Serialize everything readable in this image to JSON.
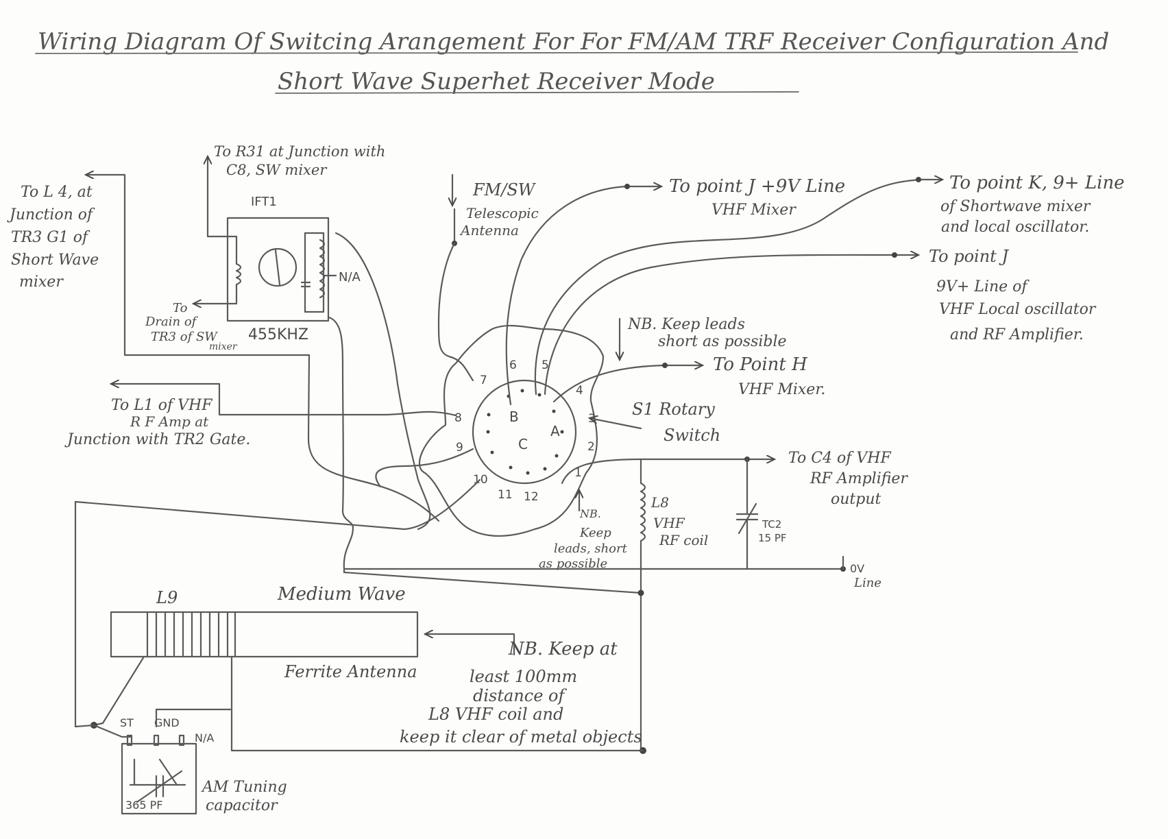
{
  "title": {
    "line1": "Wiring Diagram Of Switcing Arangement For For FM/AM TRF Receiver Configuration And",
    "line2": "Short Wave Superhet Receiver Mode"
  },
  "ift": {
    "name": "IFT1",
    "freq": "455KHZ",
    "na": "N/A",
    "r31_1": "To R31 at Junction with",
    "r31_2": "C8, SW mixer",
    "drain_1": "To",
    "drain_2": "Drain of",
    "drain_3": "TR3 of SW",
    "drain_4": "mixer"
  },
  "l4": {
    "line1": "To L 4, at",
    "line2": "Junction of",
    "line3": "TR3 G1 of",
    "line4": "Short Wave",
    "line5": "mixer"
  },
  "antenna": {
    "line1": "FM/SW",
    "line2": "Telescopic",
    "line3": "Antenna"
  },
  "point_j_vhf": {
    "line1": "To point J +9V Line",
    "line2": "VHF Mixer"
  },
  "point_k": {
    "line1": "To point K, 9+ Line",
    "line2": "of Shortwave mixer",
    "line3": "and local oscillator."
  },
  "point_j_lo": {
    "line1": "To point J",
    "line2": "9V+ Line of",
    "line3": "VHF Local oscillator",
    "line4": "and RF Amplifier."
  },
  "nb_top": {
    "line1": "NB. Keep leads",
    "line2": "short as possible"
  },
  "point_h": {
    "line1": "To Point H",
    "line2": "VHF Mixer."
  },
  "l1": {
    "line1": "To L1 of VHF",
    "line2": "R F Amp at",
    "line3": "Junction with TR2 Gate."
  },
  "switch": {
    "line1": "S1 Rotary",
    "line2": "Switch",
    "pins": [
      "1",
      "2",
      "3",
      "4",
      "5",
      "6",
      "7",
      "8",
      "9",
      "10",
      "11",
      "12"
    ],
    "wiper_a": "A",
    "wiper_b": "B",
    "wiper_c": "C"
  },
  "c4": {
    "line1": "To C4 of VHF",
    "line2": "RF Amplifier",
    "line3": "output"
  },
  "l8": {
    "line1": "L8",
    "line2": "VHF",
    "line3": "RF coil"
  },
  "tc2": {
    "line1": "TC2",
    "line2": "15 PF"
  },
  "ov": {
    "line1": "0V",
    "line2": "Line"
  },
  "nb_mid": {
    "line1": "NB.",
    "line2": "Keep",
    "line3": "leads, short",
    "line4": "as possible"
  },
  "ferrite": {
    "l9": "L9",
    "line1": "Medium Wave",
    "line2": "Ferrite Antenna"
  },
  "nb_bottom": {
    "line1": "NB. Keep at",
    "line2": "least 100mm",
    "line3": "distance of",
    "line4": "L8 VHF coil and",
    "line5": "keep it clear of metal objects"
  },
  "am_cap": {
    "st": "ST",
    "gnd": "GND",
    "na": "N/A",
    "value": "365 PF",
    "line1": "AM Tuning",
    "line2": "capacitor"
  }
}
